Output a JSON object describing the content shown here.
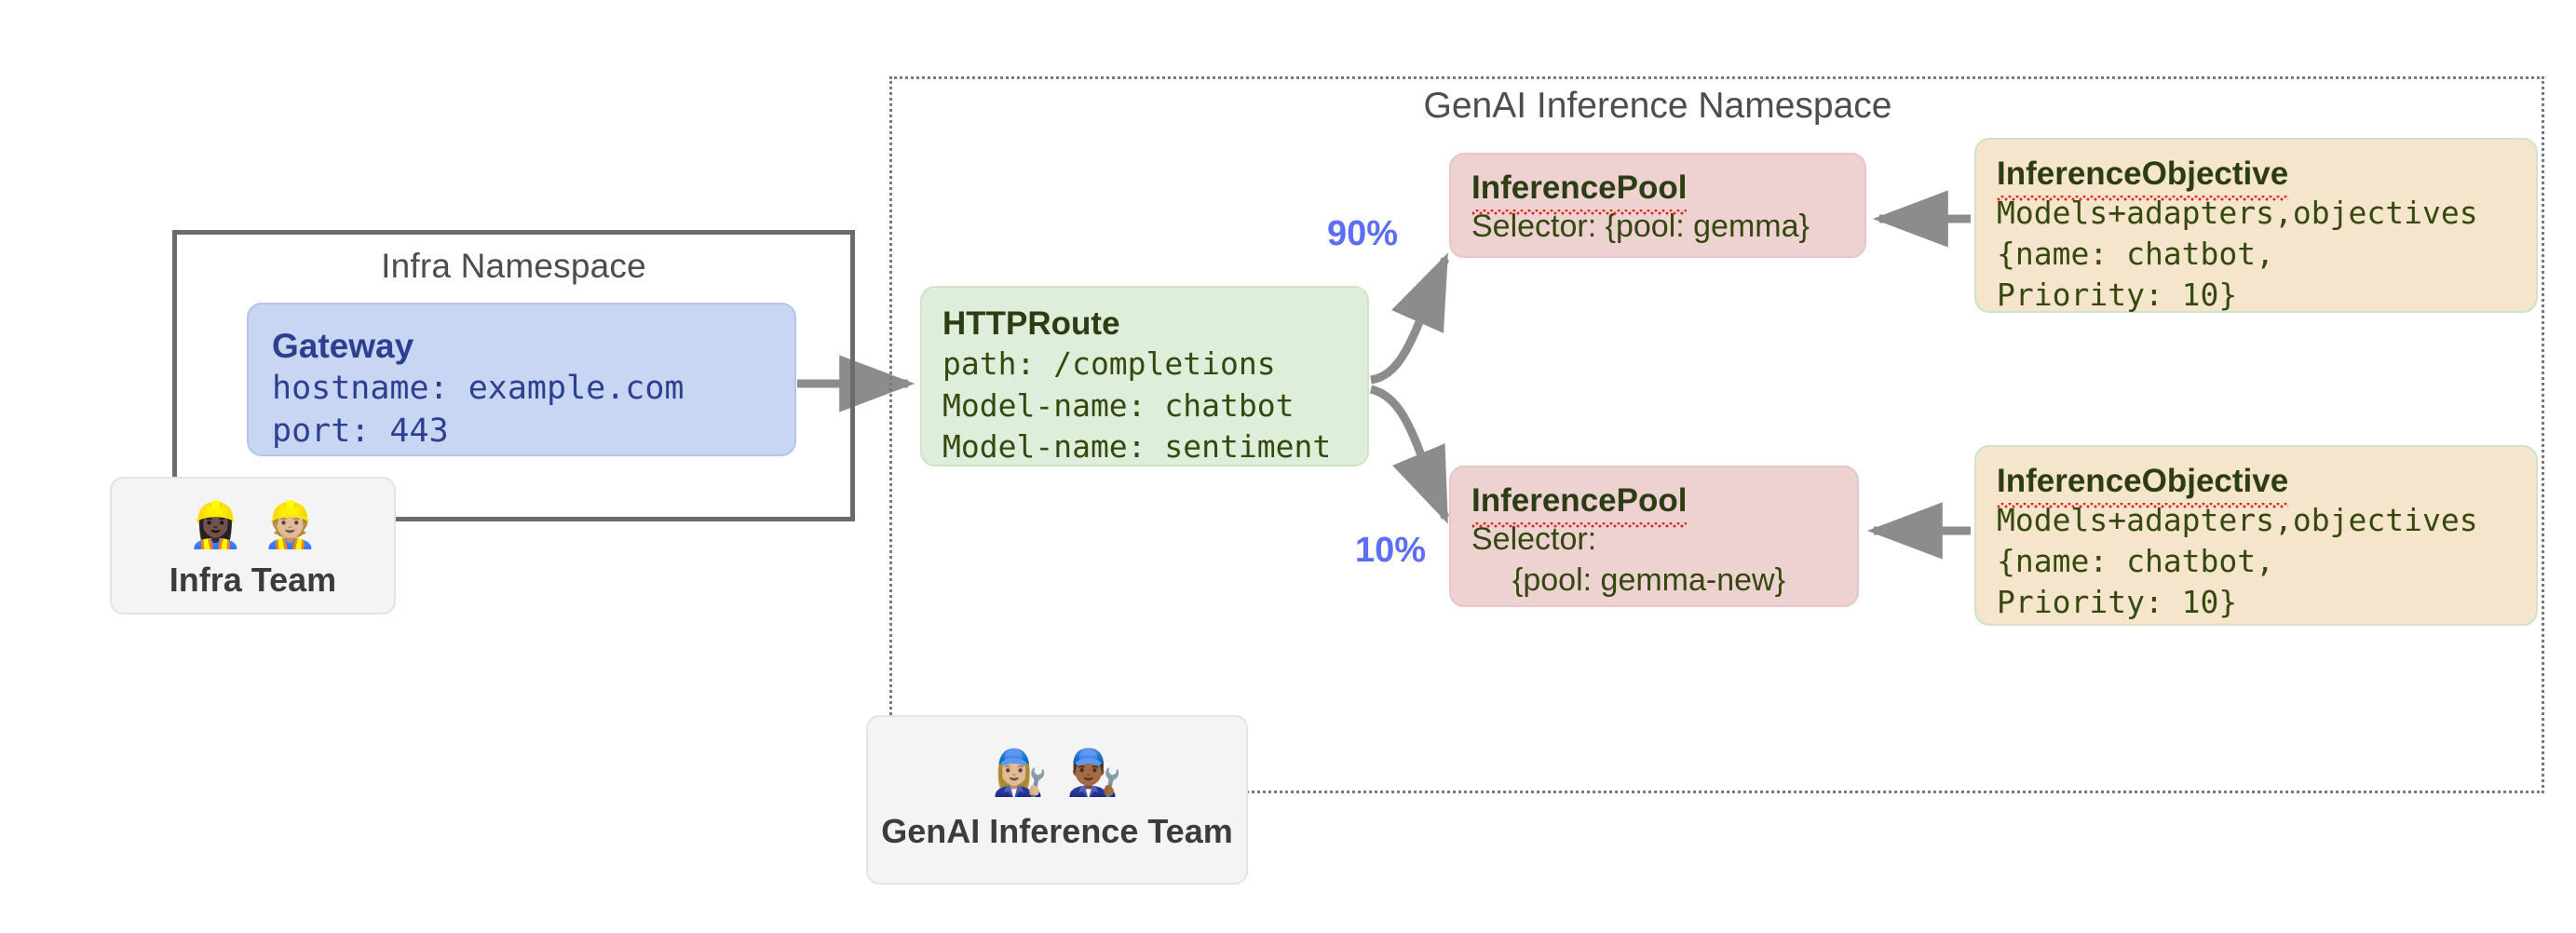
{
  "diagram": {
    "title": "Gateway API Inference Extension routing diagram",
    "colors": {
      "gateway_bg": "#c8d5f3",
      "gateway_text": "#2d3f8f",
      "httproute_bg": "#dfeeda",
      "inferencepool_bg": "#eed2d2",
      "inferenceobjective_bg": "#f6e5cd",
      "resource_text": "#2c3d13",
      "percent_label": "#5b6ef5",
      "namespace_border": "#6b6b6b",
      "arrow": "#8c8c8c",
      "team_chip_bg": "#f4f4f4"
    }
  },
  "infra_namespace": {
    "label": "Infra Namespace",
    "gateway": {
      "title": "Gateway",
      "lines": [
        "hostname: example.com",
        "port: 443"
      ]
    },
    "team": {
      "name": "Infra Team",
      "avatars": "👷🏿‍♀️👷🏼",
      "avatar_icons": [
        "construction-worker-woman-icon",
        "construction-worker-man-icon"
      ]
    }
  },
  "genai_namespace": {
    "label": "GenAI Inference Namespace",
    "httproute": {
      "title": "HTTPRoute",
      "lines": [
        "path: /completions",
        "Model-name: chatbot",
        "Model-name: sentiment"
      ]
    },
    "splits": [
      {
        "weight": "90%",
        "target": "inferencepool-gemma"
      },
      {
        "weight": "10%",
        "target": "inferencepool-gemma-new"
      }
    ],
    "inference_pools": [
      {
        "title": "InferencePool",
        "lines": [
          "Selector: {pool: gemma}"
        ],
        "indented_lines": []
      },
      {
        "title": "InferencePool",
        "lines": [
          "Selector:"
        ],
        "indented_lines": [
          "{pool: gemma-new}"
        ]
      }
    ],
    "inference_objectives": [
      {
        "title": "InferenceObjective",
        "lines": [
          "Models+adapters,objectives",
          "{name: chatbot,",
          "Priority: 10}"
        ]
      },
      {
        "title": "InferenceObjective",
        "lines": [
          "Models+adapters,objectives",
          "{name: chatbot,",
          "Priority: 10}"
        ]
      }
    ],
    "team": {
      "name": "GenAI Inference Team",
      "avatars": "👩🏼‍🔧👨🏾‍🔧",
      "avatar_icons": [
        "mechanic-woman-icon",
        "mechanic-man-icon"
      ]
    }
  }
}
